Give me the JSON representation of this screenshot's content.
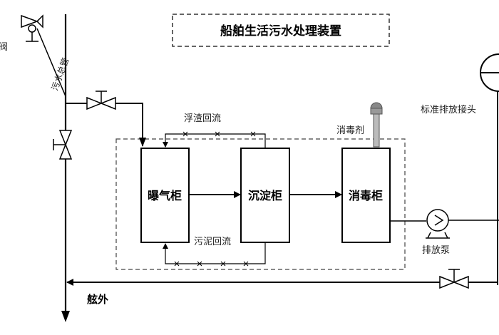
{
  "title": "船舶生活污水处理装置",
  "labels": {
    "valve_fragment": "阀",
    "sewage_main": "污水总管",
    "scum_return": "浮渣回流",
    "sludge_return": "污泥回流",
    "disinfectant": "消毒剂",
    "standard_connector": "标准排放接头",
    "discharge_pump": "排放泵",
    "overboard": "舷外"
  },
  "tanks": [
    {
      "label": "曝气柜"
    },
    {
      "label": "沉淀柜"
    },
    {
      "label": "消毒柜"
    }
  ]
}
